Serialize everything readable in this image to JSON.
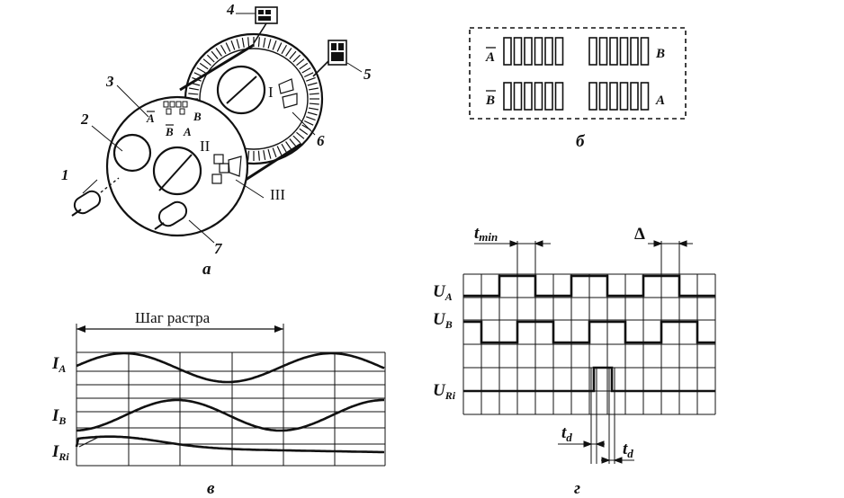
{
  "panel_a": {
    "label": "а",
    "callouts": [
      "1",
      "2",
      "3",
      "4",
      "5",
      "6",
      "7"
    ],
    "roman": [
      "I",
      "II",
      "III"
    ],
    "mask_letters": [
      "A",
      "B",
      "B",
      "A"
    ]
  },
  "panel_b": {
    "label": "б",
    "rows": [
      {
        "left": "A",
        "right": "B",
        "left_overbar": true
      },
      {
        "left": "B",
        "right": "A",
        "left_overbar": true
      }
    ]
  },
  "panel_v": {
    "label": "в",
    "title": "Шаг растра",
    "signals": [
      {
        "main": "I",
        "sub": "A"
      },
      {
        "main": "I",
        "sub": "B"
      },
      {
        "main": "I",
        "sub": "Ri"
      }
    ]
  },
  "panel_g": {
    "label": "г",
    "tmin_main": "t",
    "tmin_sub": "min",
    "delta": "Δ",
    "td_main": "t",
    "td_sub": "d",
    "signals": [
      {
        "main": "U",
        "sub": "A"
      },
      {
        "main": "U",
        "sub": "B"
      },
      {
        "main": "U",
        "sub": "Ri"
      }
    ]
  }
}
